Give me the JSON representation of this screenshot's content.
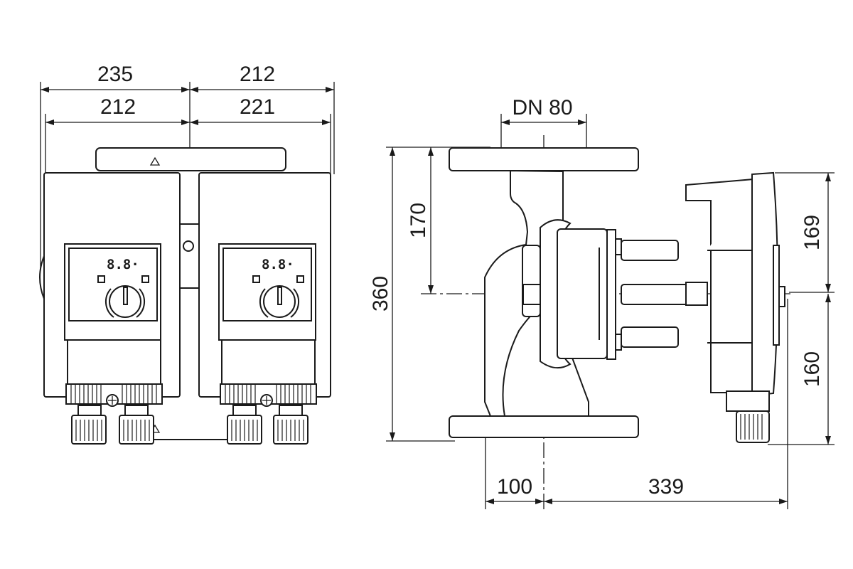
{
  "front_view": {
    "dims_top_row": [
      "235",
      "212"
    ],
    "dims_second_row": [
      "212",
      "221"
    ],
    "modules": [
      {
        "display": "8.8·"
      },
      {
        "display": "8.8·"
      }
    ]
  },
  "side_view": {
    "nominal_diameter": "DN 80",
    "height_total": "360",
    "height_upper_flange_to_axis": "170",
    "motor_upper": "169",
    "motor_lower": "160",
    "flange_to_axis": "100",
    "axis_to_motor_end": "339"
  },
  "colors": {
    "line": "#1a1a1a",
    "background": "#ffffff"
  }
}
